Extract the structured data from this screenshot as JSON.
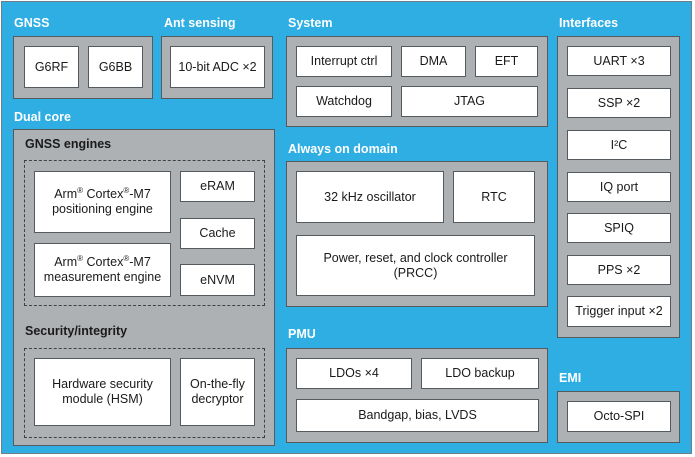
{
  "sections": {
    "gnss": "GNSS",
    "ant_sensing": "Ant sensing",
    "system": "System",
    "interfaces": "Interfaces",
    "dual_core": "Dual core",
    "always_on": "Always on domain",
    "pmu": "PMU",
    "emi": "EMI"
  },
  "gnss": {
    "g6rf": "G6RF",
    "g6bb": "G6BB"
  },
  "ant_sensing": {
    "adc": "10-bit ADC ×2"
  },
  "system": {
    "interrupt": "Interrupt ctrl",
    "dma": "DMA",
    "eft": "EFT",
    "watchdog": "Watchdog",
    "jtag": "JTAG"
  },
  "interfaces": {
    "uart": "UART ×3",
    "ssp": "SSP ×2",
    "i2c": "I²C",
    "iq_port": "IQ port",
    "spiq": "SPIQ",
    "pps": "PPS ×2",
    "trigger": "Trigger input ×2"
  },
  "dual_core": {
    "engines_title": "GNSS engines",
    "arm1": {
      "arm": "Arm",
      "reg": "®",
      "cortex": " Cortex",
      "reg2": "®",
      "model": "-M7",
      "line2": "positioning engine"
    },
    "arm2": {
      "arm": "Arm",
      "reg": "®",
      "cortex": " Cortex",
      "reg2": "®",
      "model": "-M7",
      "line2": "measurement engine"
    },
    "eram": "eRAM",
    "cache": "Cache",
    "envm": "eNVM",
    "security_title": "Security/integrity",
    "hsm_line1": "Hardware security",
    "hsm_line2": "module (HSM)",
    "otf_line1": "On-the-fly",
    "otf_line2": "decryptor"
  },
  "always_on": {
    "osc": "32 kHz oscillator",
    "rtc": "RTC",
    "prcc_line1": "Power, reset, and clock controller",
    "prcc_line2": "(PRCC)"
  },
  "pmu": {
    "ldos": "LDOs ×4",
    "ldo_backup": "LDO backup",
    "bandgap": "Bandgap, bias, LVDS"
  },
  "emi": {
    "octo": "Octo-SPI"
  },
  "colors": {
    "background": "#2eaee3",
    "panel": "#aeb1b4",
    "box": "#ffffff"
  }
}
